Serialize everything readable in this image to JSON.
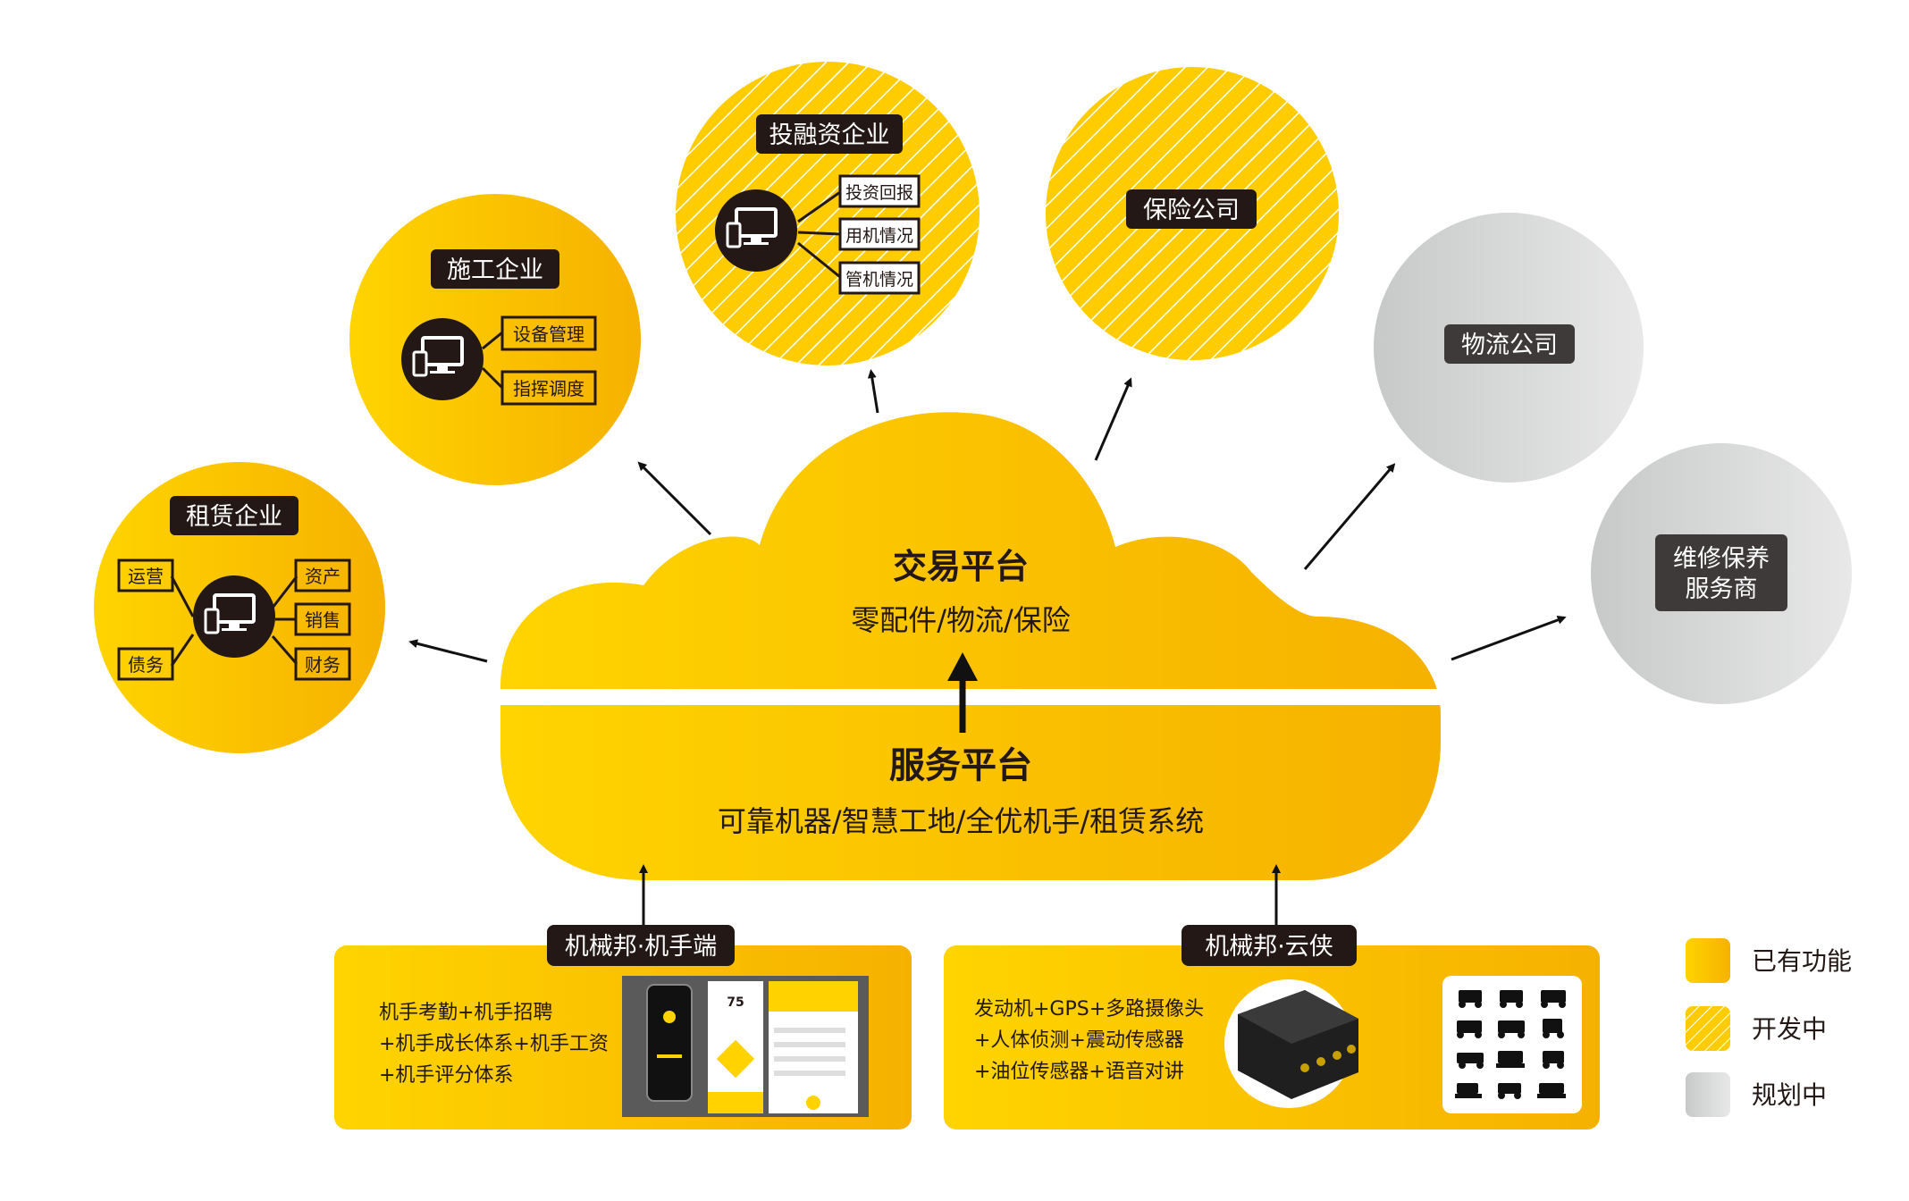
{
  "colors": {
    "yellow_light": "#FFD200",
    "yellow_dark": "#F7B500",
    "dark": "#231815",
    "gray_light": "#E2E2E2",
    "gray_dark": "#C9CACA",
    "tag_gray": "#3E3A39"
  },
  "circles": {
    "rental": {
      "title": "租赁企业",
      "items": [
        "运营",
        "资产",
        "销售",
        "债务",
        "财务"
      ]
    },
    "construction": {
      "title": "施工企业",
      "items": [
        "设备管理",
        "指挥调度"
      ]
    },
    "investment": {
      "title": "投融资企业",
      "items": [
        "投资回报",
        "用机情况",
        "管机情况"
      ]
    },
    "insurance": {
      "title": "保险公司"
    },
    "logistics": {
      "title": "物流公司"
    },
    "repair": {
      "title_line1": "维修保养",
      "title_line2": "服务商"
    }
  },
  "cloud": {
    "trade_title": "交易平台",
    "trade_sub": "零配件/物流/保险",
    "service_title": "服务平台",
    "service_sub": "可靠机器/智慧工地/全优机手/租赁系统"
  },
  "panels": {
    "left": {
      "tag": "机械邦·机手端",
      "lines": [
        "机手考勤+机手招聘",
        "+机手成长体系+机手工资",
        "+机手评分体系"
      ],
      "phone_number": "75"
    },
    "right": {
      "tag": "机械邦·云侠",
      "lines": [
        "发动机+GPS+多路摄像头",
        "+人体侦测+震动传感器",
        "+油位传感器+语音对讲"
      ]
    }
  },
  "legend": [
    {
      "label": "已有功能",
      "style": "solid"
    },
    {
      "label": "开发中",
      "style": "hatched"
    },
    {
      "label": "规划中",
      "style": "gray"
    }
  ],
  "icons": {
    "device": "computer-phone-icon",
    "arrow": "arrow-icon",
    "dvr": "dvr-device-icon",
    "machinery": "machinery-icons"
  }
}
